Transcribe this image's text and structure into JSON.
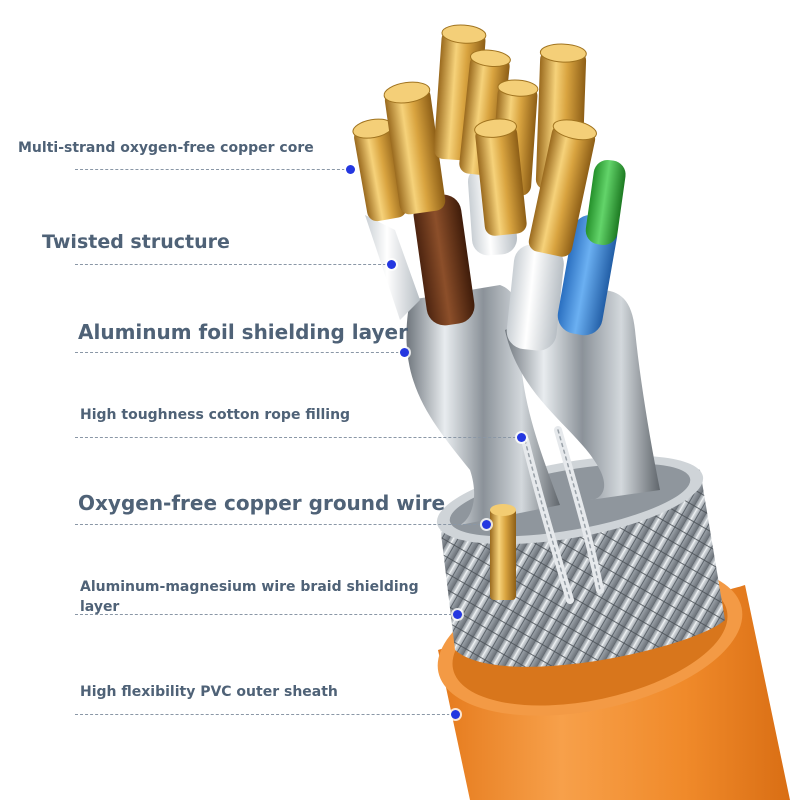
{
  "labels": {
    "core": "Multi-strand oxygen-free copper core",
    "twisted": "Twisted structure",
    "foil": "Aluminum foil shielding layer",
    "filling": "High toughness cotton rope filling",
    "ground": "Oxygen-free copper ground wire",
    "braid": "Aluminum-magnesium wire braid shielding layer",
    "sheath": "High flexibility PVC outer sheath"
  },
  "colors": {
    "label_text": "#4f6277",
    "pointer_dot": "#2437e0",
    "leader_line": "#8a97a6",
    "sheath": "#f08a2a",
    "copper": "#e3b04a",
    "foil": "#b9c0c6",
    "braid": "#a7aeb5",
    "pair_white": "#eef1f3",
    "pair_brown": "#6e3a1e",
    "pair_blue": "#3f8fe0",
    "pair_green": "#3fb83f"
  }
}
